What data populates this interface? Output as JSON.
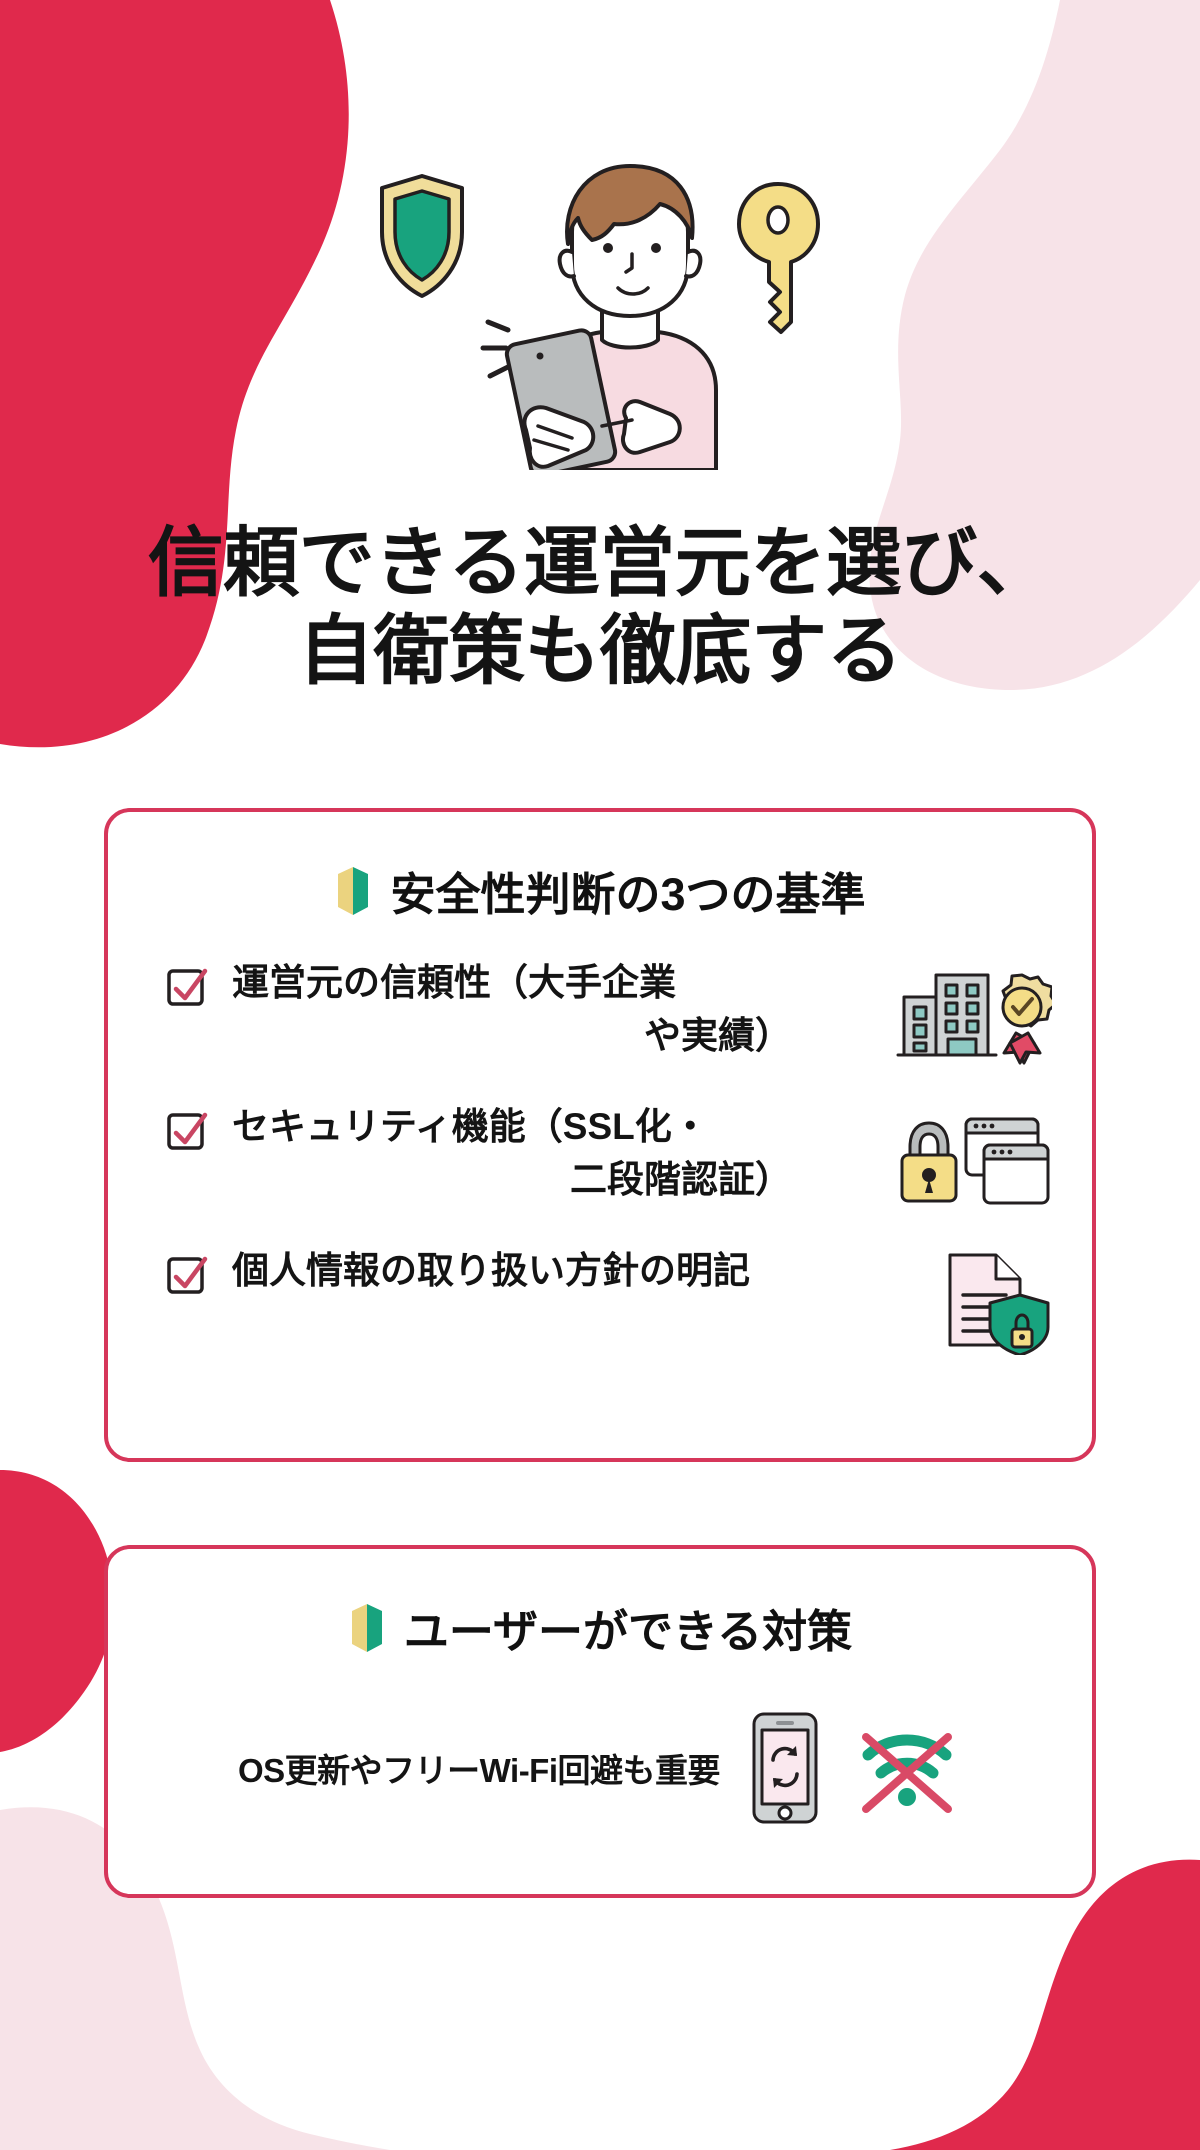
{
  "page": {
    "background_color": "#ffffff",
    "accent_crimson": "#e0294c",
    "accent_pink_pale": "#f7e3e8",
    "card_border_color": "#d6365a",
    "text_color": "#141414"
  },
  "hero": {
    "illustration_name": "person-with-smartphone-shield-key",
    "shield_icon": "shield-icon",
    "key_icon": "key-icon",
    "phone_icon": "smartphone-icon",
    "shield_fill": "#18a37e",
    "shield_border": "#f0dd9a",
    "key_fill": "#f4dd87",
    "hair_fill": "#a9734c",
    "shirt_fill": "#f7dbe1",
    "phone_fill": "#b9bcbd"
  },
  "title": {
    "line1": "信頼できる運営元を選び、",
    "line2": "自衛策も徹底する"
  },
  "cards": [
    {
      "id": "criteria",
      "heading_icon": "beginner-mark-icon",
      "heading": "安全性判断の3つの基準",
      "items": [
        {
          "checkbox_icon": "checkbox-checked-icon",
          "text_line1": "運営元の信頼性（大手企業",
          "text_line2": "や実績）",
          "icon_name": "office-building-award-icon"
        },
        {
          "checkbox_icon": "checkbox-checked-icon",
          "text_line1": "セキュリティ機能（SSL化・",
          "text_line2": "二段階認証）",
          "icon_name": "padlock-browser-windows-icon"
        },
        {
          "checkbox_icon": "checkbox-checked-icon",
          "text_line1": "個人情報の取り扱い方針の明記",
          "text_line2": "",
          "icon_name": "document-shield-lock-icon"
        }
      ]
    },
    {
      "id": "measures",
      "heading_icon": "beginner-mark-icon",
      "heading": "ユーザーができる対策",
      "body_text": "OS更新やフリーWi-Fi回避も重要",
      "icons": [
        "phone-update-icon",
        "no-free-wifi-icon"
      ]
    }
  ]
}
